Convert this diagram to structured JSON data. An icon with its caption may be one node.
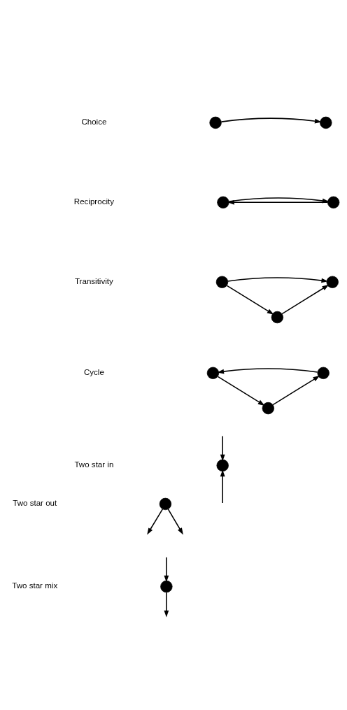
{
  "diagram": {
    "nodes": [
      {
        "text": [],
        "shape": "circle"
      },
      {
        "text": [],
        "shape": "circle"
      },
      {
        "text": [],
        "shape": "circle"
      },
      {
        "text": [],
        "shape": "circle"
      },
      {
        "text": [],
        "shape": "circle"
      },
      {
        "text": [],
        "shape": "circle"
      },
      {
        "text": [],
        "shape": "circle"
      },
      {
        "text": [],
        "shape": "circle"
      },
      {
        "text": [],
        "shape": "circle"
      },
      {
        "text": [],
        "shape": "circle"
      },
      {
        "text": [],
        "shape": "circle"
      },
      {
        "text": [],
        "shape": "circle"
      },
      {
        "text": [],
        "shape": "circle"
      }
    ],
    "edges": [
      {
        "from": 0,
        "to": 1,
        "arrow": "to"
      },
      {
        "from": 3,
        "to": 2,
        "arrow": "to"
      },
      {
        "from": 2,
        "to": 3,
        "arrow": "to"
      },
      {
        "from": 4,
        "to": 5,
        "arrow": "to"
      },
      {
        "from": 4,
        "to": 6,
        "arrow": "to"
      },
      {
        "from": 6,
        "to": 5,
        "arrow": "to"
      },
      {
        "from": 8,
        "to": 7,
        "arrow": "to"
      },
      {
        "from": 7,
        "to": 9,
        "arrow": "to"
      },
      {
        "from": 9,
        "to": 8,
        "arrow": "to"
      },
      {
        "from": null,
        "to": 10,
        "arrow": "to"
      },
      {
        "from": null,
        "to": 10,
        "arrow": "to"
      },
      {
        "from": 11,
        "to": null,
        "arrow": "to"
      },
      {
        "from": 11,
        "to": null,
        "arrow": "to"
      },
      {
        "from": null,
        "to": 12,
        "arrow": "to"
      },
      {
        "from": 12,
        "to": null,
        "arrow": "to"
      }
    ],
    "labels": [
      "Choice",
      "Reciprocity",
      "Transitivity",
      "Cycle",
      "Two star in",
      "Two star out",
      "Two star mix"
    ]
  }
}
